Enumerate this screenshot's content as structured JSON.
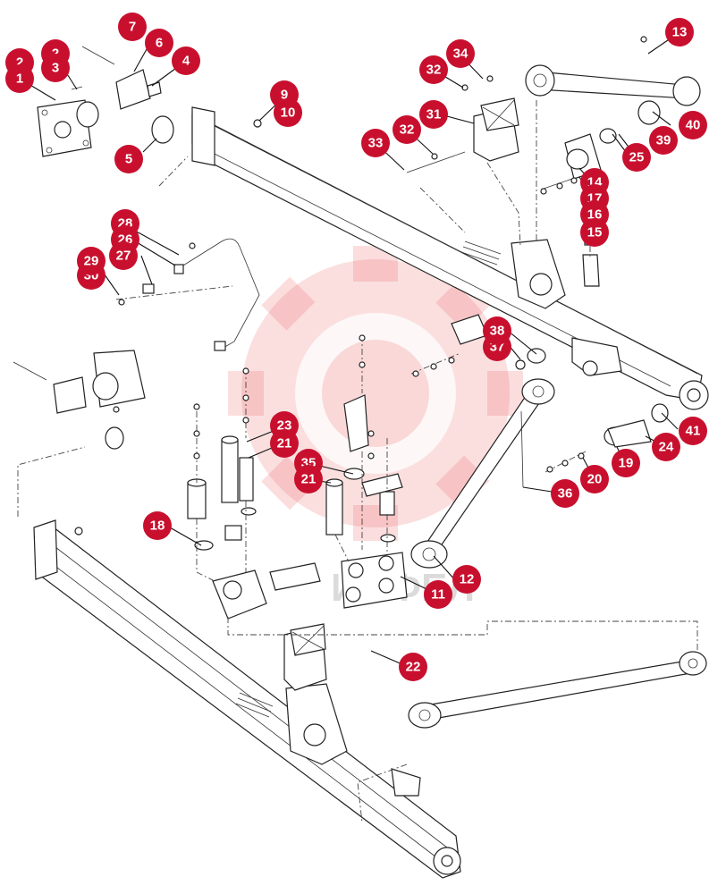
{
  "watermark": {
    "text": "ИНФЕЛ",
    "color": "#e8353b"
  },
  "accent_color": "#c8102e",
  "callouts": {
    "c1": "1",
    "c2a": "2",
    "c2b": "2",
    "c3": "3",
    "c4": "4",
    "c5": "5",
    "c6": "6",
    "c7": "7",
    "c9": "9",
    "c10": "10",
    "c11": "11",
    "c12": "12",
    "c13": "13",
    "c14": "14",
    "c15": "15",
    "c16": "16",
    "c17": "17",
    "c18": "18",
    "c19": "19",
    "c20": "20",
    "c21a": "21",
    "c21b": "21",
    "c22": "22",
    "c23": "23",
    "c24": "24",
    "c25": "25",
    "c26": "26",
    "c27": "27",
    "c28": "28",
    "c29": "29",
    "c30": "30",
    "c31": "31",
    "c32a": "32",
    "c32b": "32",
    "c33": "33",
    "c34": "34",
    "c35": "35",
    "c36": "36",
    "c37": "37",
    "c38": "38",
    "c39": "39",
    "c40": "40",
    "c41": "41"
  }
}
